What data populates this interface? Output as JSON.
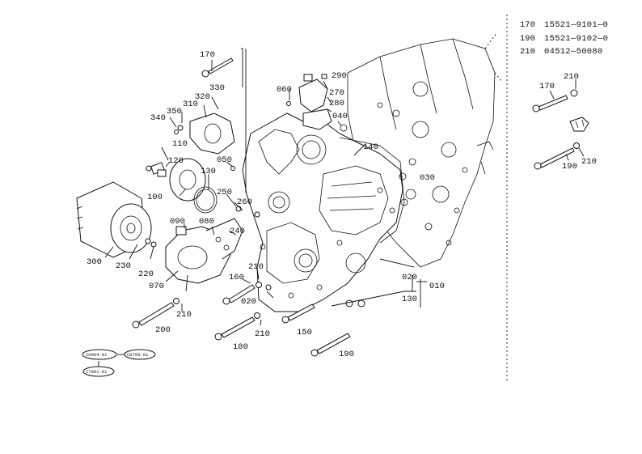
{
  "reference_table": [
    {
      "ref": "170",
      "code": "15521—9101—0"
    },
    {
      "ref": "190",
      "code": "15521—9102—0"
    },
    {
      "ref": "210",
      "code": "04512—50080"
    }
  ],
  "callouts": {
    "c170": "170",
    "c330": "330",
    "c320": "320",
    "c310": "310",
    "c350": "350",
    "c340": "340",
    "c110": "110",
    "c120": "120",
    "c100": "100",
    "c130": "130",
    "c050": "050",
    "c250": "250",
    "c260": "260",
    "c090": "090",
    "c080": "080",
    "c240": "240",
    "c300": "300",
    "c230": "230",
    "c220": "220",
    "c070": "070",
    "c210a": "210",
    "c160": "160",
    "c020a": "020",
    "c210b": "210",
    "c200": "200",
    "c210c": "210",
    "c180": "180",
    "c150": "150",
    "c190": "190",
    "c060": "060",
    "c290": "290",
    "c270": "270",
    "c280": "280",
    "c040": "040",
    "c140": "140",
    "c030": "030",
    "c020b": "020",
    "c010": "010",
    "c130b": "130"
  },
  "detail_callouts": {
    "d170": "170",
    "d210a": "210",
    "d190": "190",
    "d210b": "210"
  },
  "group_codes": {
    "g1": "C0004-01",
    "g2": "C0755-01",
    "g3": "C7001-01"
  }
}
